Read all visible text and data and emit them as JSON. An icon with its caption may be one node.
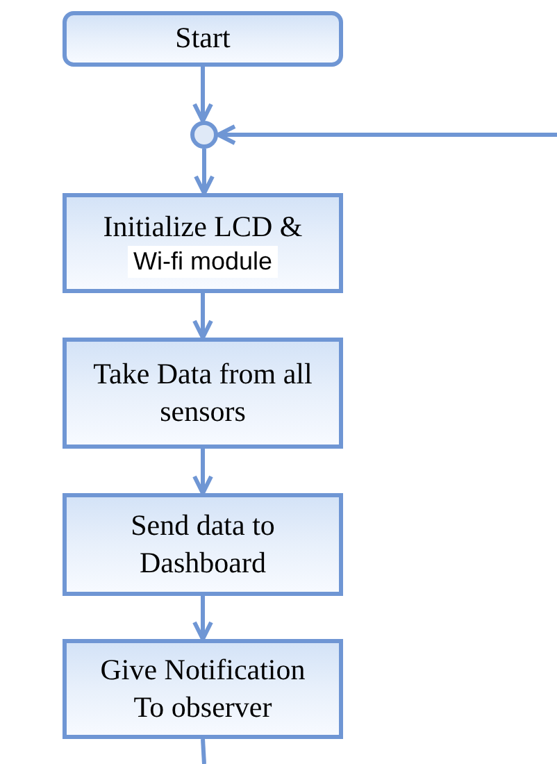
{
  "diagram": {
    "nodes": [
      {
        "text": [
          "Start"
        ]
      },
      {
        "text": [],
        "shape": "circle"
      },
      {
        "text": [
          "Initialize LCD &",
          "Wi-fi module"
        ]
      },
      {
        "text": [
          "Take Data from all sensors"
        ]
      },
      {
        "text": [
          "Send data to Dashboard"
        ]
      },
      {
        "text": [
          "Give Notification To observer"
        ]
      }
    ],
    "edges": [
      {
        "from": 0,
        "to": 1,
        "arrow": "to"
      },
      {
        "from": null,
        "to": 1,
        "arrow": "to"
      },
      {
        "from": 1,
        "to": 2,
        "arrow": "to"
      },
      {
        "from": 2,
        "to": 3,
        "arrow": "to"
      },
      {
        "from": 3,
        "to": 4,
        "arrow": "to"
      },
      {
        "from": 4,
        "to": 5,
        "arrow": "to"
      },
      {
        "from": 5,
        "to": null,
        "arrow": "none"
      }
    ]
  }
}
